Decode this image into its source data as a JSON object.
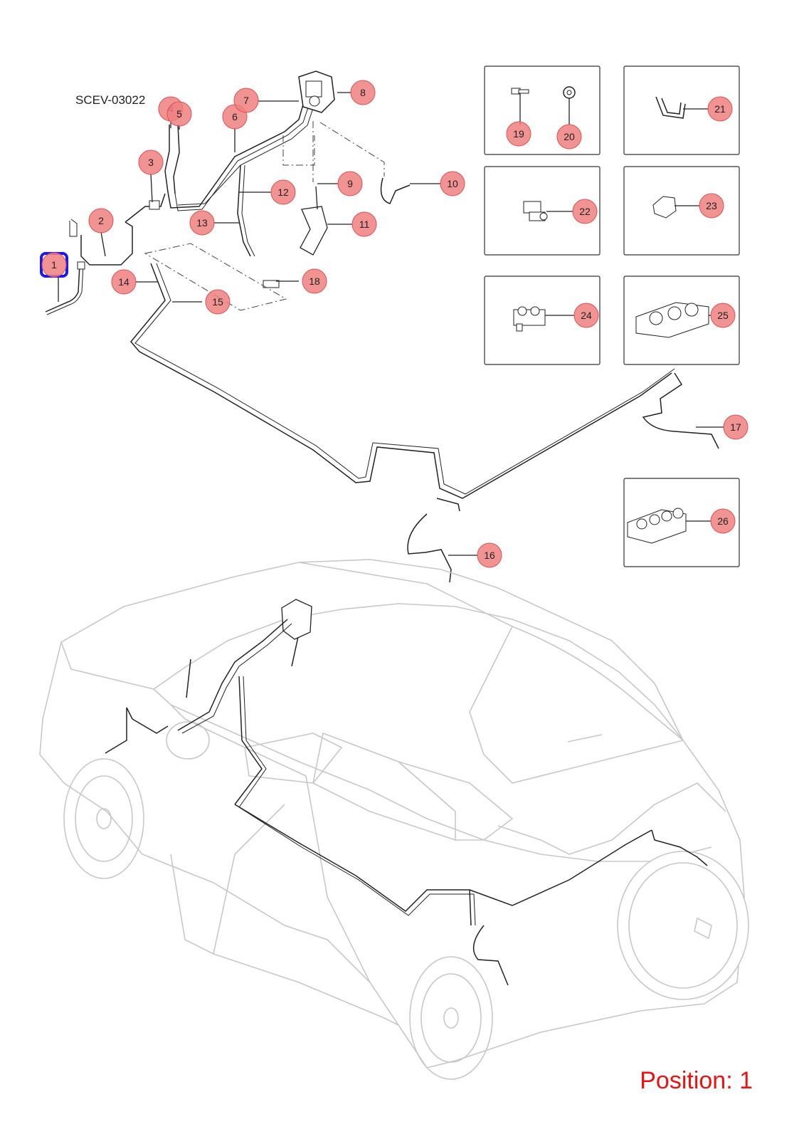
{
  "diagram": {
    "code": "SCEV-03022",
    "position_text": "Position: 1",
    "selected_part": "1",
    "callouts": [
      {
        "id": "1"
      },
      {
        "id": "2"
      },
      {
        "id": "3"
      },
      {
        "id": "4"
      },
      {
        "id": "5"
      },
      {
        "id": "6"
      },
      {
        "id": "7"
      },
      {
        "id": "8"
      },
      {
        "id": "9"
      },
      {
        "id": "10"
      },
      {
        "id": "11"
      },
      {
        "id": "12"
      },
      {
        "id": "13"
      },
      {
        "id": "14"
      },
      {
        "id": "15"
      },
      {
        "id": "16"
      },
      {
        "id": "17"
      },
      {
        "id": "18"
      },
      {
        "id": "19"
      },
      {
        "id": "20"
      },
      {
        "id": "21"
      },
      {
        "id": "22"
      },
      {
        "id": "23"
      },
      {
        "id": "24"
      },
      {
        "id": "25"
      },
      {
        "id": "26"
      }
    ]
  },
  "colors": {
    "marker": "#f08080",
    "highlight": "#1a1aee",
    "position_text": "#ee1111",
    "car_outline": "#c8c8c8"
  }
}
